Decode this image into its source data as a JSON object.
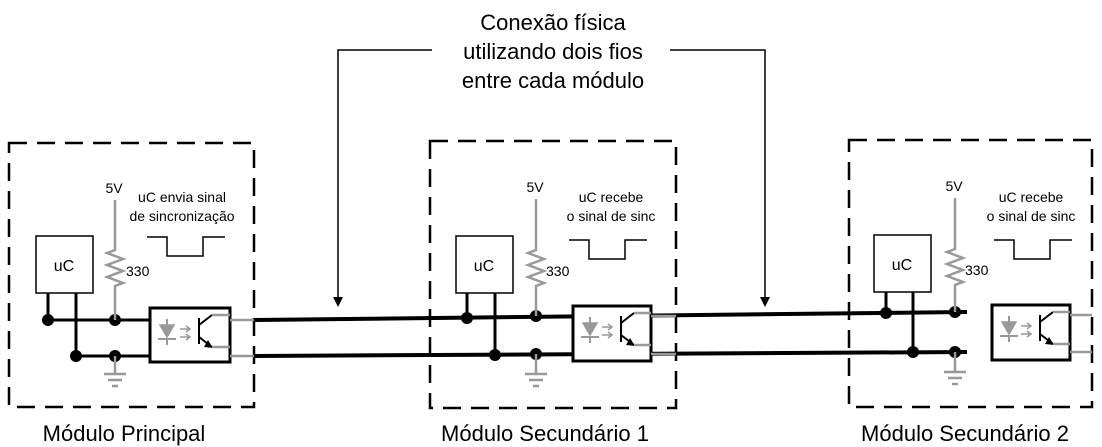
{
  "annotation": {
    "lines": [
      "Conexão física",
      "utilizando dois fios",
      "entre cada módulo"
    ]
  },
  "modules": [
    {
      "name": "Módulo Principal",
      "uc": "uC",
      "vcc": "5V",
      "resistor": "330",
      "signal_text": [
        "uC envia sinal",
        "de sincronização"
      ]
    },
    {
      "name": "Módulo Secundário 1",
      "uc": "uC",
      "vcc": "5V",
      "resistor": "330",
      "signal_text": [
        "uC recebe",
        "o sinal de sinc"
      ]
    },
    {
      "name": "Módulo Secundário 2",
      "uc": "uC",
      "vcc": "5V",
      "resistor": "330",
      "signal_text": [
        "uC recebe",
        "o sinal de sinc"
      ]
    }
  ]
}
